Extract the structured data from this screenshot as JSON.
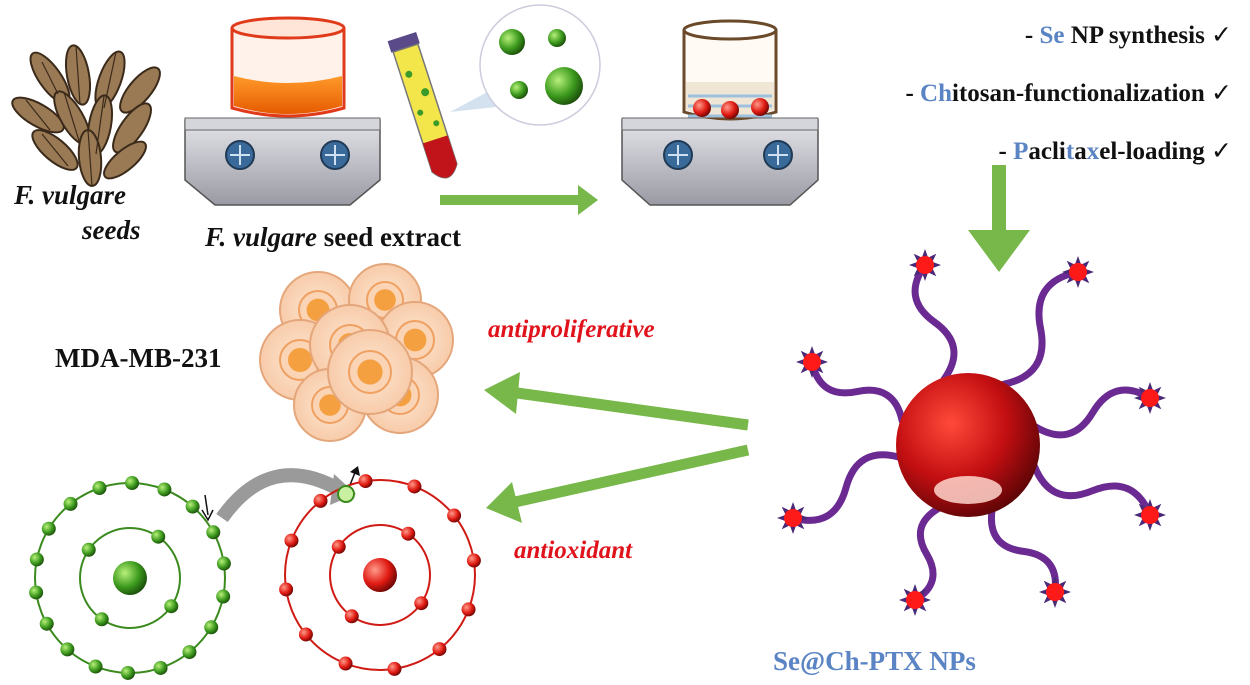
{
  "seeds": {
    "line1": "F. vulgare",
    "line2": "seeds"
  },
  "extract": {
    "italic": "F. vulgare",
    "rest": " seed extract"
  },
  "steps": [
    {
      "prefix": "- ",
      "parts": [
        {
          "t": "Se",
          "c": "blue"
        },
        {
          "t": " NP synthesis ",
          "c": "black"
        }
      ],
      "check": "✓"
    },
    {
      "prefix": "- ",
      "parts": [
        {
          "t": "Ch",
          "c": "blue"
        },
        {
          "t": "itosan-functionalization ",
          "c": "black"
        }
      ],
      "check": "✓"
    },
    {
      "prefix": "- ",
      "parts": [
        {
          "t": "P",
          "c": "blue"
        },
        {
          "t": "acli",
          "c": "black"
        },
        {
          "t": "t",
          "c": "blue"
        },
        {
          "t": "a",
          "c": "black"
        },
        {
          "t": "x",
          "c": "blue"
        },
        {
          "t": "el-loading ",
          "c": "black"
        }
      ],
      "check": "✓"
    }
  ],
  "cell_line": "MDA-MB-231",
  "effects": {
    "antiproliferative": "antiproliferative",
    "antioxidant": "antioxidant"
  },
  "np_label": "Se@Ch-PTX NPs",
  "colors": {
    "arrow_green": "#78b84a",
    "np_red": "#c40f12",
    "linker_purple": "#6a2a92",
    "blue_text": "#5b84c4",
    "effect_red": "#e0121c"
  }
}
